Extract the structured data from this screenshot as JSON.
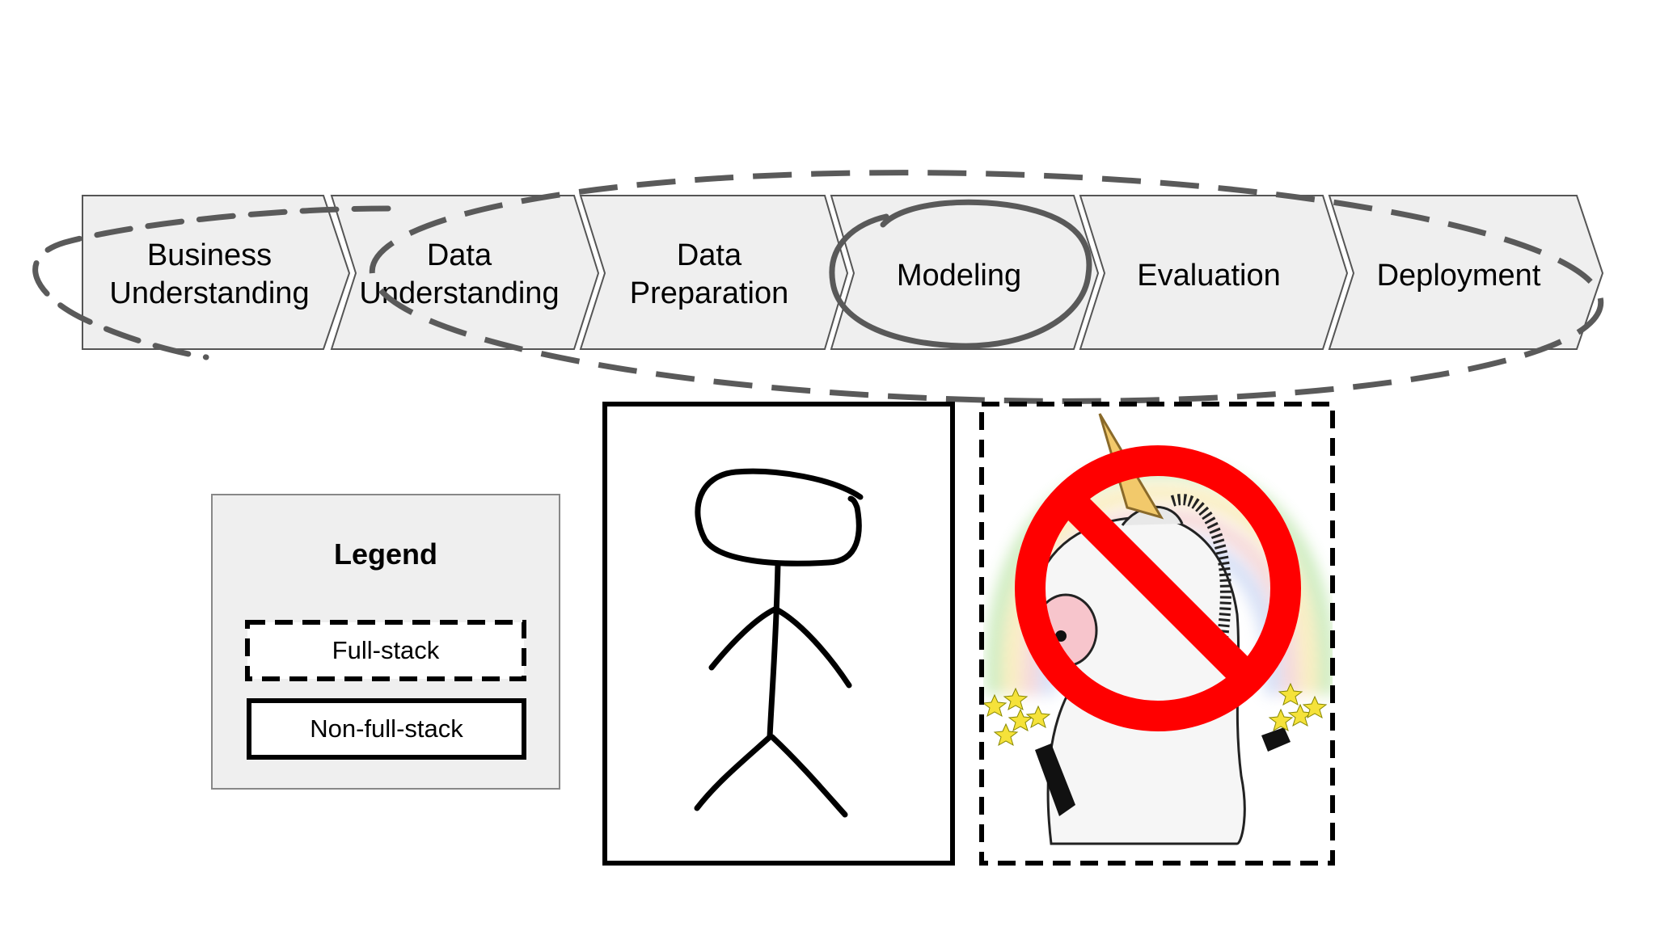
{
  "stages": [
    {
      "id": "business-understanding",
      "lines": [
        "Business",
        "Understanding"
      ]
    },
    {
      "id": "data-understanding",
      "lines": [
        "Data",
        "Understanding"
      ]
    },
    {
      "id": "data-preparation",
      "lines": [
        "Data",
        "Preparation"
      ]
    },
    {
      "id": "modeling",
      "lines": [
        "Modeling"
      ]
    },
    {
      "id": "evaluation",
      "lines": [
        "Evaluation"
      ]
    },
    {
      "id": "deployment",
      "lines": [
        "Deployment"
      ]
    }
  ],
  "legend": {
    "title": "Legend",
    "full_stack_label": "Full-stack",
    "non_full_stack_label": "Non-full-stack"
  },
  "colors": {
    "stage_fill": "#efefef",
    "stage_stroke": "#555555",
    "dashed_ellipse": "#5a5a5a",
    "modeling_circle": "#595959",
    "legend_fill": "#efefef",
    "prohibition_red": "#ff0000"
  }
}
